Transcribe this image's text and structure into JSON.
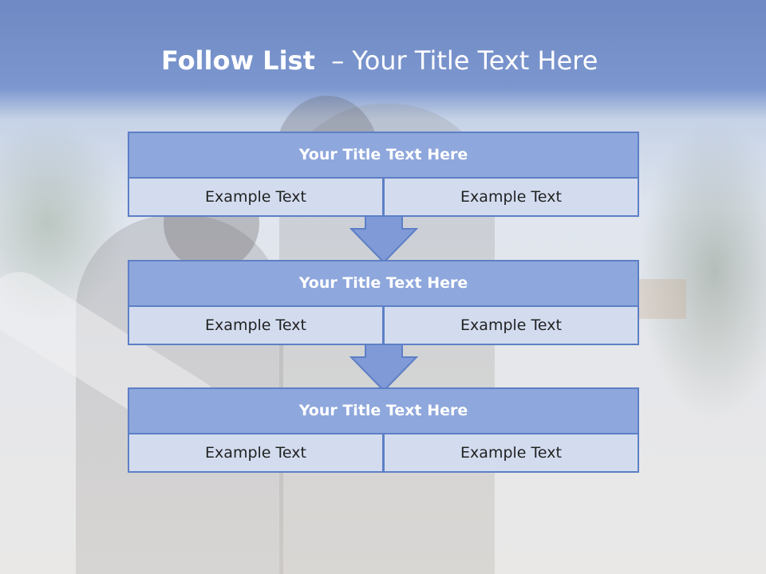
{
  "slide": {
    "title_bold": "Follow List",
    "title_rest": "– Your Title Text Here",
    "blocks": [
      {
        "title": "Your Title Text Here",
        "left": "Example Text",
        "right": "Example Text"
      },
      {
        "title": "Your Title Text Here",
        "left": "Example Text",
        "right": "Example Text"
      },
      {
        "title": "Your Title Text Here",
        "left": "Example Text",
        "right": "Example Text"
      }
    ]
  },
  "colors": {
    "header_fill": "#8ea7dc",
    "cell_fill": "#d3dcef",
    "border": "#5d7fc6",
    "arrow_fill": "#7f9ad6"
  }
}
